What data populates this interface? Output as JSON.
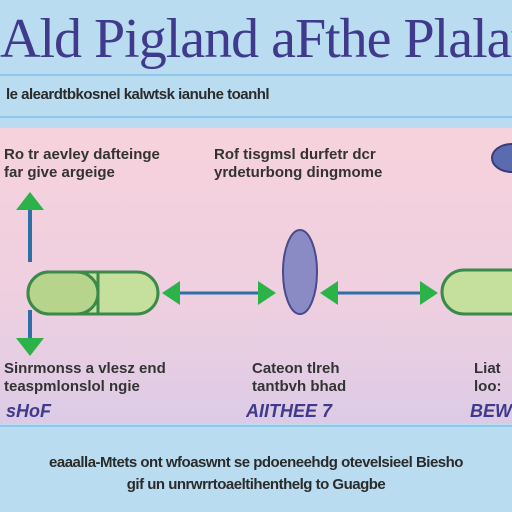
{
  "title": "Ald Pigland aFthe Plalar",
  "subtitle": "le aleardtbkosnel kalwtsk ianuhe toanhl",
  "labels": {
    "top_left": [
      "Ro tr aevley dafteinge",
      "far give argeige"
    ],
    "top_center": [
      "Rof tisgmsl durfetr dcr",
      "yrdeturbong dingmome"
    ],
    "bottom_left": [
      "Sinrmonss a vlesz end",
      "teaspmlonslol ngie"
    ],
    "bottom_left_code": "sHoF",
    "bottom_center": [
      "Cateon tlreh",
      "tantbvh bhad"
    ],
    "bottom_center_code": "AIITHEE 7",
    "bottom_right": [
      "Liat",
      "loo:"
    ],
    "bottom_right_code": "BEW"
  },
  "footer": {
    "line1": "eaaalla-Mtets ont wfoaswnt se pdoeneehdg otevelsieel Biesho",
    "line2": "gif un unrwrrtoaeltihenthelg to Guagbe"
  },
  "colors": {
    "capsule_fill": "#c5df9d",
    "capsule_stroke": "#3a8a4a",
    "lens_fill": "#8a8ac4",
    "arrow_green": "#2bb34a",
    "arrow_blue": "#2f6fa8",
    "title": "#3f3a8c"
  }
}
